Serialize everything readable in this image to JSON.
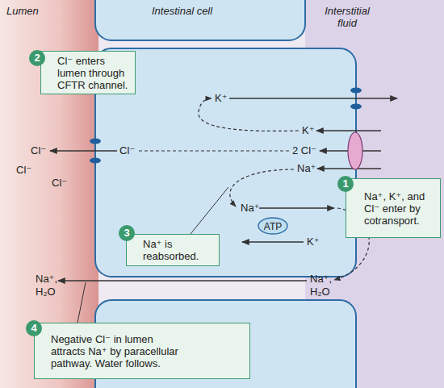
{
  "diagram": {
    "nodes": [
      {
        "text": [
          "Cl⁻ enters lumen through CFTR channel."
        ]
      },
      {
        "text": [
          "Na⁺, K⁺, and Cl⁻ enter by cotransport."
        ]
      },
      {
        "text": [
          "Na⁺ is reabsorbed."
        ]
      },
      {
        "text": [
          "Negative Cl⁻ in lumen attracts Na⁺ by paracellular pathway. Water follows."
        ]
      }
    ],
    "labels": [
      "Lumen",
      "Intestinal cell",
      "Interstitial fluid",
      "2",
      "Cl⁻",
      "Cl⁻",
      "Cl⁻",
      "Cl⁻",
      "K⁺",
      "K⁺",
      "2 Cl⁻",
      "Na⁺",
      "1",
      "Na⁺",
      "ATP",
      "K⁺",
      "3",
      "Na⁺, H₂O",
      "Na⁺, H₂O",
      "4"
    ]
  }
}
